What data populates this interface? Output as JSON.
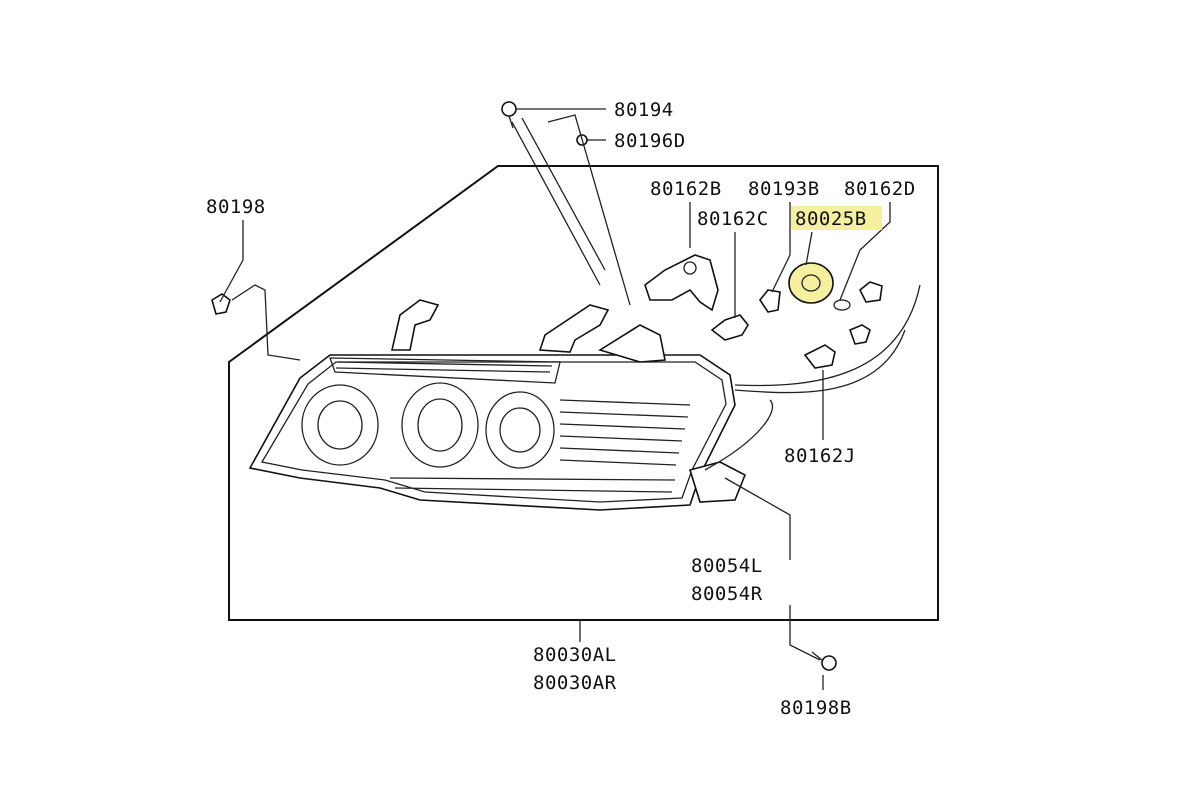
{
  "labels": {
    "p80194": "80194",
    "p80196d": "80196D",
    "p80198": "80198",
    "p80162b": "80162B",
    "p80193b": "80193B",
    "p80162d": "80162D",
    "p80162c": "80162C",
    "p80025b": "80025B",
    "p80162j": "80162J",
    "p80054l": "80054L",
    "p80054r": "80054R",
    "p80030al": "80030AL",
    "p80030ar": "80030AR",
    "p80198b": "80198B"
  },
  "colors": {
    "highlight": "#f5f0a0",
    "line": "#111111",
    "background": "#ffffff"
  }
}
